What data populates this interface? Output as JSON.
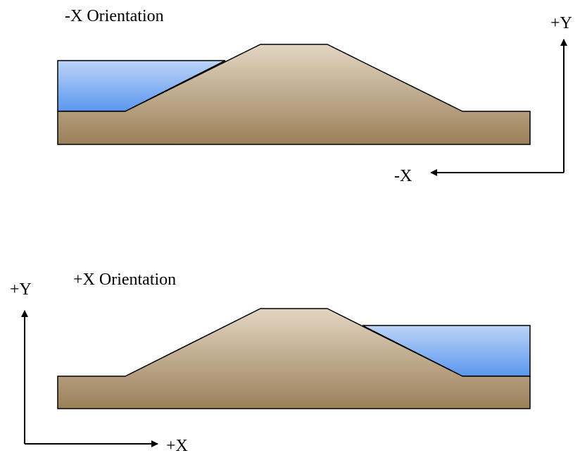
{
  "diagrams": {
    "top": {
      "title": "-X Orientation",
      "axis_y_label": "+Y",
      "axis_x_label": "-X"
    },
    "bottom": {
      "title": "+X Orientation",
      "axis_y_label": "+Y",
      "axis_x_label": "+X"
    }
  },
  "colors": {
    "water_top": "#bcd4f7",
    "water_bottom": "#5b97f0",
    "soil_top": "#e2d6c2",
    "soil_bottom": "#9b8059",
    "line": "#000000"
  }
}
